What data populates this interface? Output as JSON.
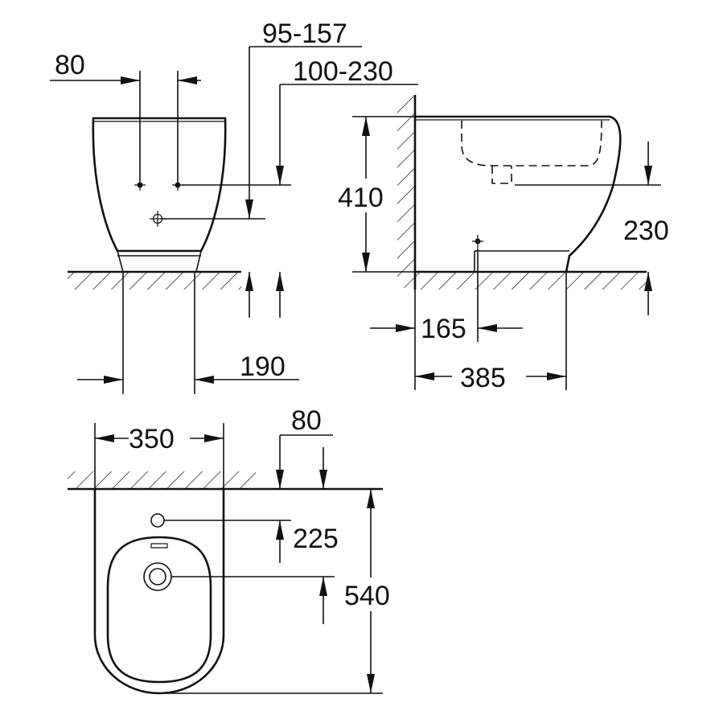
{
  "dimensions": {
    "front_hole_spacing": "80",
    "front_supply_height": "95-157",
    "front_inlet_height": "100-230",
    "front_base_width": "190",
    "side_height": "410",
    "side_outlet_height": "230",
    "side_outlet_distance": "165",
    "side_depth": "385",
    "top_width": "350",
    "top_offset": "80",
    "top_hole_distance": "225",
    "top_length": "540"
  }
}
